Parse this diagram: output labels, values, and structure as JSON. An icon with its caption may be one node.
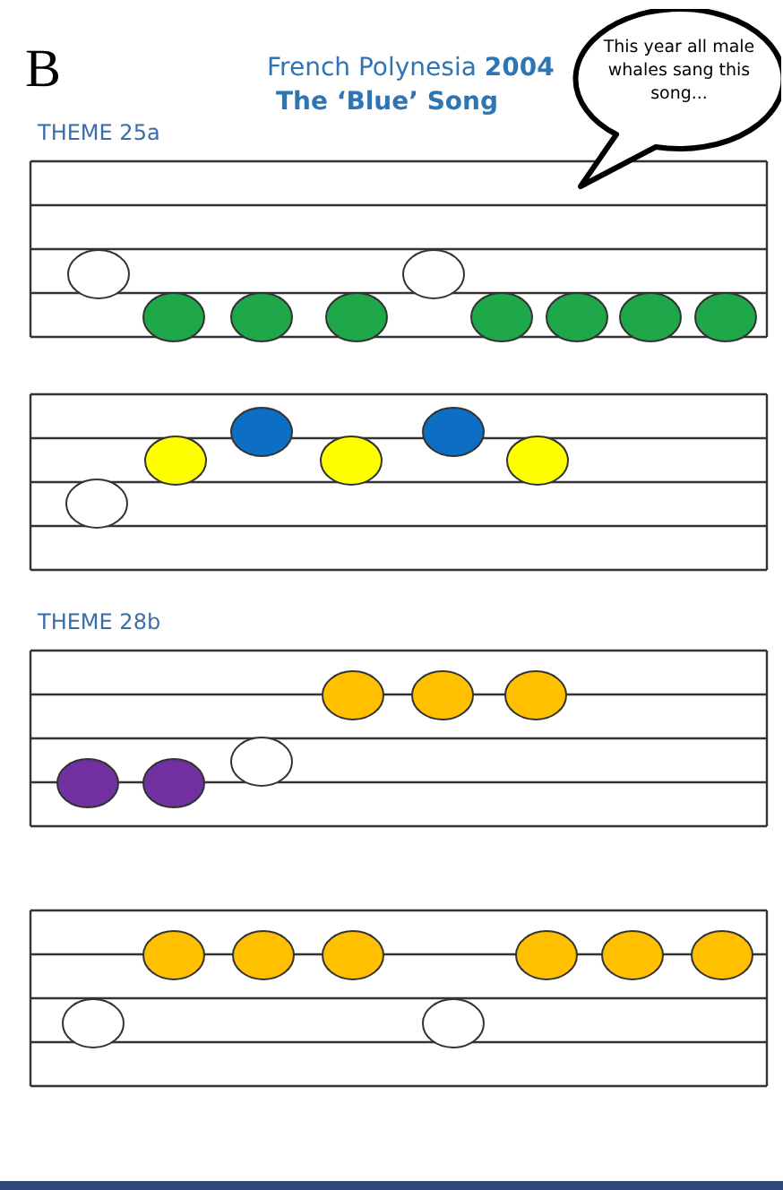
{
  "diagram": {
    "title": "French Polynesia **2004**",
    "nodes": [
      {
        "text": [
          "This year all male whales sang this song..."
        ]
      }
    ],
    "labels": [
      "B",
      "The ‘Blue’ Song",
      "THEME 25a",
      "THEME 28b"
    ]
  }
}
